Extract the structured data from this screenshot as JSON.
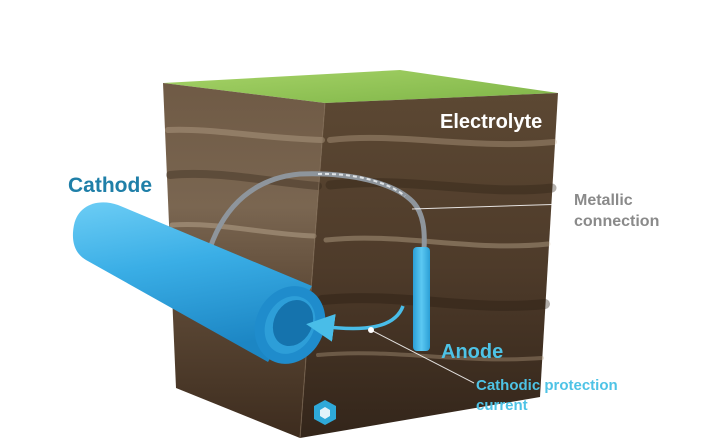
{
  "labels": {
    "electrolyte": "Electrolyte",
    "cathode": "Cathode",
    "metallic_line1": "Metallic",
    "metallic_line2": "connection",
    "anode": "Anode",
    "cp_line1": "Cathodic protection",
    "cp_line2": "current"
  },
  "colors": {
    "cathode_label": "#1f7fa8",
    "anode_label": "#4ec3e6",
    "metallic_label": "#8a8a8a",
    "pipe": "#3fb3ea",
    "grass": "#8cc34a",
    "soil": "#5a4632"
  },
  "icons": {
    "corner_logo": "cube-logo-icon"
  }
}
